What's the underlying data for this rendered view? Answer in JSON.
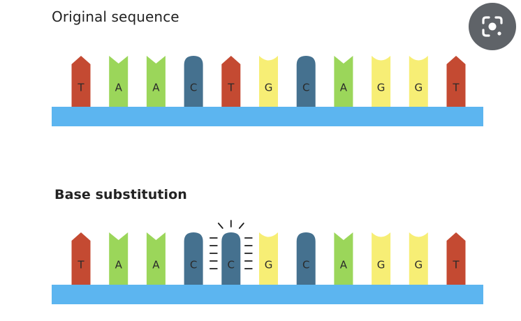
{
  "diagram": {
    "original": {
      "title": "Original sequence",
      "bases": [
        "T",
        "A",
        "A",
        "C",
        "T",
        "G",
        "C",
        "A",
        "G",
        "G",
        "T"
      ]
    },
    "substitution": {
      "title": "Base substitution",
      "bases": [
        "T",
        "A",
        "A",
        "C",
        "C",
        "G",
        "C",
        "A",
        "G",
        "G",
        "T"
      ],
      "highlight_index": 4
    },
    "base_colors": {
      "T": "#c44a32",
      "A": "#9bd65a",
      "C": "#45718f",
      "G": "#f7ee75"
    },
    "backbone_color": "#5cb5f0"
  },
  "toolbar": {
    "lens_icon": "google-lens-icon"
  }
}
